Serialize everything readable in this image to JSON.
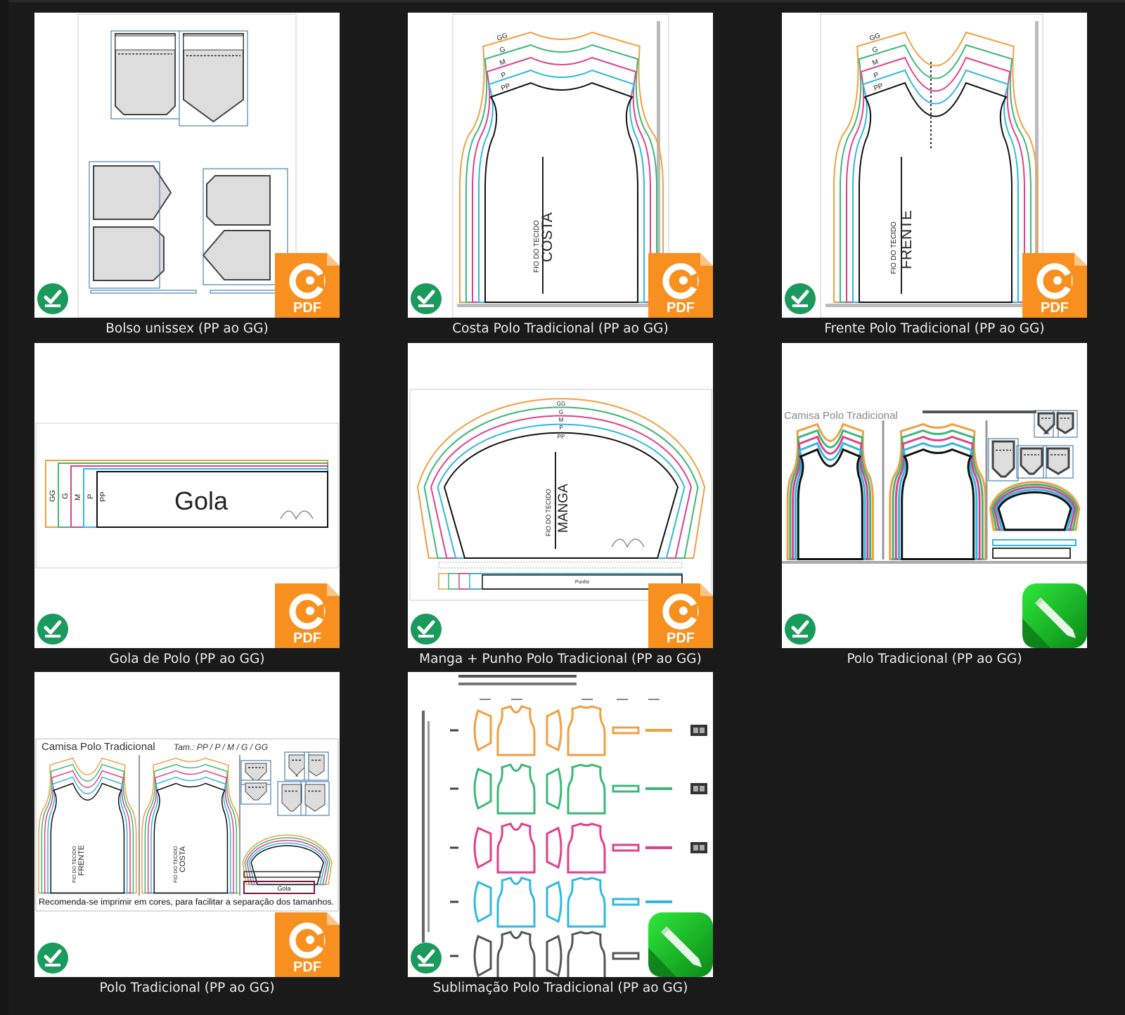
{
  "files": [
    {
      "label": "Bolso unissex (PP ao GG)",
      "type": "pdf",
      "status": "synced"
    },
    {
      "label": "Costa Polo Tradicional (PP ao GG)",
      "type": "pdf",
      "status": "synced"
    },
    {
      "label": "Frente Polo Tradicional (PP ao GG)",
      "type": "pdf",
      "status": "synced"
    },
    {
      "label": "Gola de Polo (PP ao GG)",
      "type": "pdf",
      "status": "synced"
    },
    {
      "label": "Manga + Punho Polo Tradicional (PP ao GG)",
      "type": "pdf",
      "status": "synced"
    },
    {
      "label": "Polo Tradicional (PP ao GG)",
      "type": "vector-drawing",
      "status": "synced"
    },
    {
      "label": "Polo Tradicional (PP ao GG)",
      "type": "pdf",
      "status": "synced"
    },
    {
      "label": "Sublimação Polo Tradicional (PP ao GG)",
      "type": "vector-drawing",
      "status": "synced"
    }
  ],
  "badges": {
    "pdf": "PDF"
  },
  "icons": {
    "status": "check-sync-icon",
    "pdf": "pdf-file-icon",
    "drawing": "pen-drawing-icon"
  },
  "thumbnails": {
    "sizes": [
      "GG",
      "G",
      "M",
      "P",
      "PP"
    ],
    "grain": "FIO DO TECIDO",
    "costa": "COSTA",
    "frente": "FRENTE",
    "gola": "Gola",
    "manga": "MANGA",
    "punho": "Punho",
    "sheet_title": "Camisa Polo Tradicional",
    "sheet_sizes": "Tam.: PP / P / M / G / GG",
    "sheet_note": "Recomenda-se imprimir em cores, para facilitar a separação dos tamanhos."
  },
  "colors": {
    "background": "#1a1a1a",
    "size_gg": "#f0a040",
    "size_g": "#3cb878",
    "size_m": "#e0408a",
    "size_p": "#30b8e0",
    "size_pp": "#111111",
    "pdf_badge": "#f7901e",
    "status_check": "#1a9a5c",
    "drawing_badge": "#1fc12f"
  }
}
